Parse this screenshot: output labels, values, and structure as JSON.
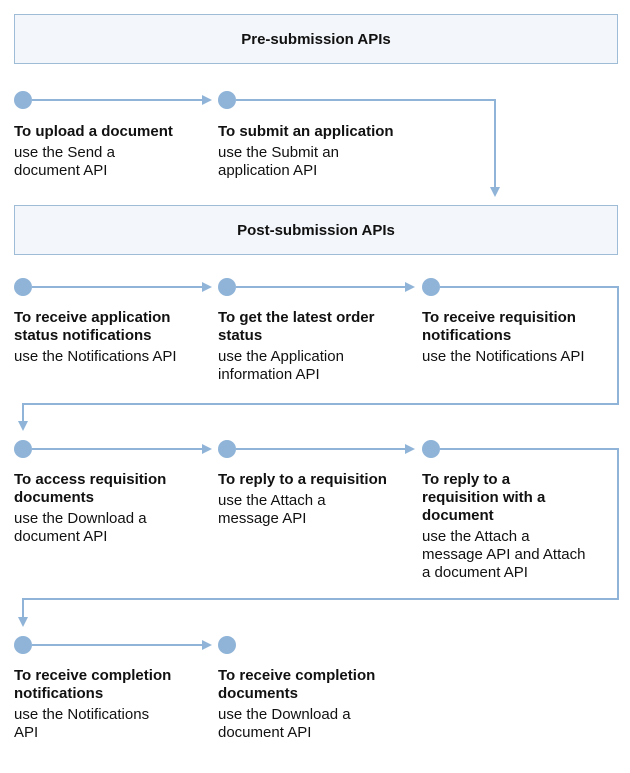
{
  "sections": {
    "pre": "Pre-submission APIs",
    "post": "Post-submission APIs"
  },
  "steps": [
    {
      "title": "To upload a document",
      "desc": "use the Send a document API"
    },
    {
      "title": "To submit an application",
      "desc": "use the Submit an application API"
    },
    {
      "title": "To receive application status notifications",
      "desc": "use the Notifications API"
    },
    {
      "title": "To get the latest order status",
      "desc": "use the Application information API"
    },
    {
      "title": "To receive requisition notifications",
      "desc": "use the Notifications API"
    },
    {
      "title": "To access requisition documents",
      "desc": "use the Download a document API"
    },
    {
      "title": "To reply to a requisition",
      "desc": "use the Attach a message API"
    },
    {
      "title": "To reply to a requisition with a document",
      "desc": "use the Attach a message API and Attach a document API"
    },
    {
      "title": "To receive completion notifications",
      "desc": "use the Notifications API"
    },
    {
      "title": "To receive completion documents",
      "desc": "use the Download a document API"
    }
  ],
  "colors": {
    "accent": "#8fb4d8",
    "box_border": "#9fbcd6",
    "box_fill": "#f3f7fb"
  }
}
